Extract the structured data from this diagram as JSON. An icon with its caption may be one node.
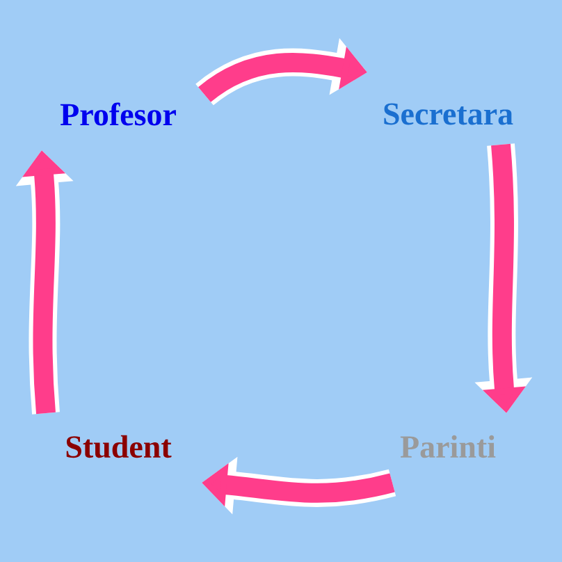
{
  "diagram": {
    "nodes": [
      {
        "text": [
          "Profesor"
        ]
      },
      {
        "text": [
          "Secretara"
        ]
      },
      {
        "text": [
          "Parinti"
        ]
      },
      {
        "text": [
          "Student"
        ]
      }
    ],
    "edges": [
      {
        "from": 0,
        "to": 1,
        "arrow": "to"
      },
      {
        "from": 1,
        "to": 2,
        "arrow": "to"
      },
      {
        "from": 2,
        "to": 3,
        "arrow": "to"
      },
      {
        "from": 3,
        "to": 0,
        "arrow": "to"
      }
    ]
  }
}
